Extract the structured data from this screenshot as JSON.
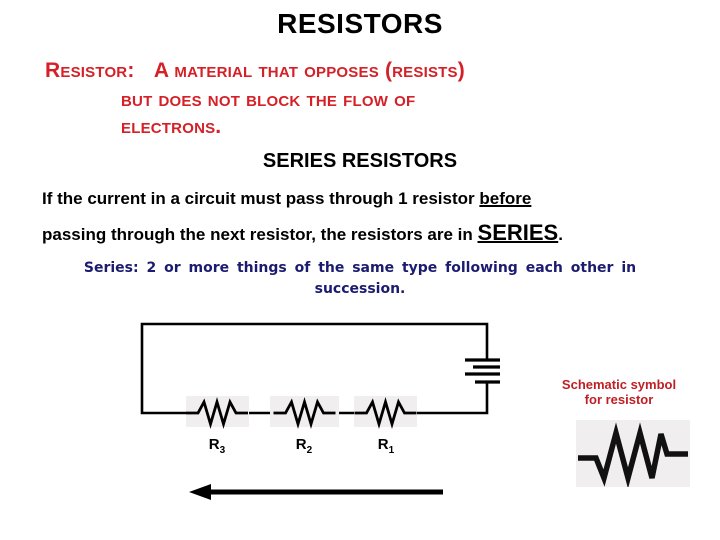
{
  "slide": {
    "title": "RESISTORS",
    "definition": {
      "label": "Resistor:",
      "text_line1": "A material that opposes (resists)",
      "text_line2": "but does not block the flow of",
      "text_line3": "electrons."
    },
    "subtitle": "SERIES RESISTORS",
    "body": {
      "line1_text": "If the current in a circuit must pass through 1 resistor",
      "line1_underlined": "before",
      "line2_text": "passing through the next resistor, the resistors are in",
      "line2_emphasis": "SERIES",
      "period": "."
    },
    "note": {
      "line1": "Series: 2 or more things of the same type following each other in",
      "line2": "succession."
    },
    "circuit": {
      "labels": [
        {
          "base": "R",
          "sub": "3"
        },
        {
          "base": "R",
          "sub": "2"
        },
        {
          "base": "R",
          "sub": "1"
        }
      ]
    },
    "caption": {
      "line1": "Schematic symbol",
      "line2": "for resistor"
    },
    "colors": {
      "heading_red": "#d42026",
      "caption_red": "#bf2026",
      "note_navy": "#1b1b70",
      "text_black": "#000000",
      "resistor_box_bg": "#f0eeee"
    }
  }
}
